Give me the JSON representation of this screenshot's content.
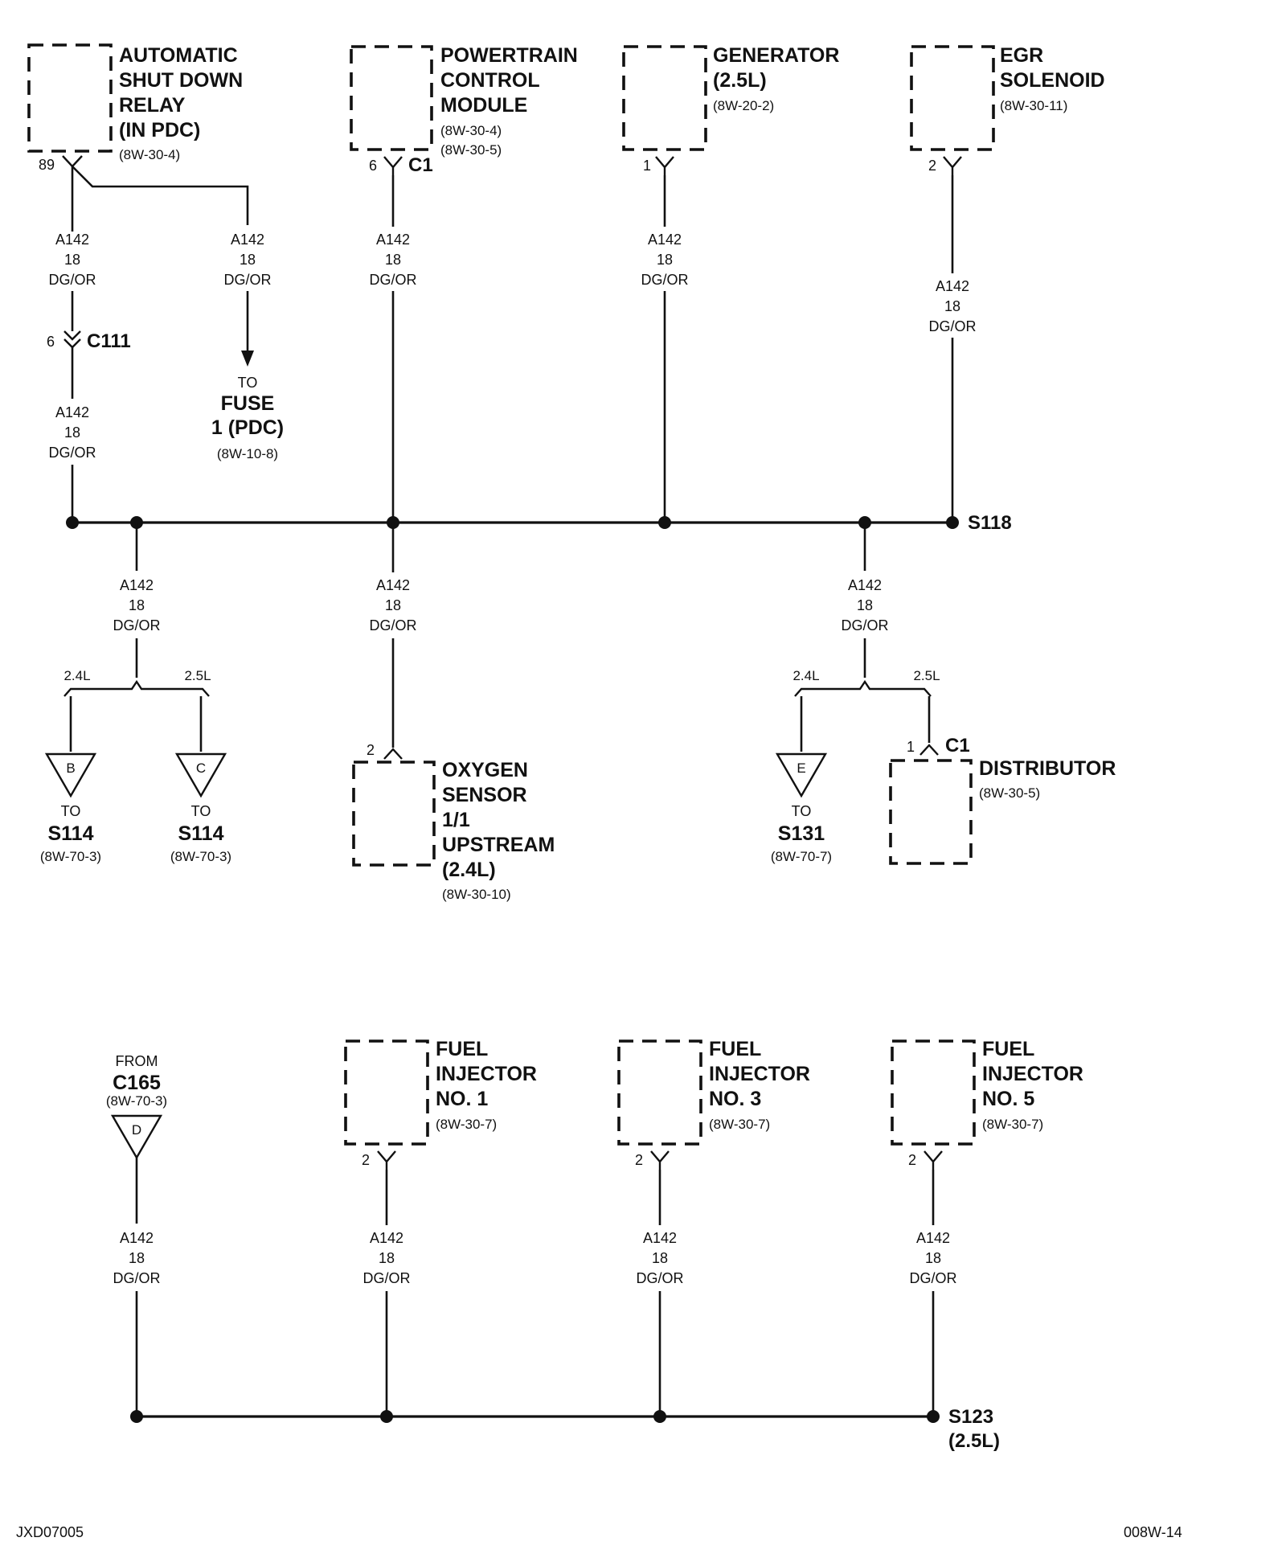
{
  "components": {
    "asd_relay": {
      "title": [
        "AUTOMATIC",
        "SHUT DOWN",
        "RELAY",
        "(IN PDC)"
      ],
      "ref": "(8W-30-4)",
      "pin": "89"
    },
    "pcm": {
      "title": [
        "POWERTRAIN",
        "CONTROL",
        "MODULE"
      ],
      "ref": [
        "(8W-30-4)",
        "(8W-30-5)"
      ],
      "pin": "6",
      "connector": "C1"
    },
    "generator": {
      "title": [
        "GENERATOR",
        "(2.5L)"
      ],
      "ref": "(8W-20-2)",
      "pin": "1"
    },
    "egr": {
      "title": [
        "EGR",
        "SOLENOID"
      ],
      "ref": "(8W-30-11)",
      "pin": "2"
    },
    "oxygen_sensor": {
      "title": [
        "OXYGEN",
        "SENSOR",
        "1/1",
        "UPSTREAM",
        "(2.4L)"
      ],
      "ref": "(8W-30-10)",
      "pin": "2"
    },
    "distributor": {
      "title": "DISTRIBUTOR",
      "ref": "(8W-30-5)",
      "pin": "1",
      "connector": "C1"
    },
    "injector1": {
      "title": [
        "FUEL",
        "INJECTOR",
        "NO. 1"
      ],
      "ref": "(8W-30-7)",
      "pin": "2"
    },
    "injector3": {
      "title": [
        "FUEL",
        "INJECTOR",
        "NO. 3"
      ],
      "ref": "(8W-30-7)",
      "pin": "2"
    },
    "injector5": {
      "title": [
        "FUEL",
        "INJECTOR",
        "NO. 5"
      ],
      "ref": "(8W-30-7)",
      "pin": "2"
    }
  },
  "wire": {
    "circuit": "A142",
    "gauge": "18",
    "color": "DG/OR"
  },
  "inline_connector": {
    "pin": "6",
    "name": "C111"
  },
  "fuse": {
    "to": "TO",
    "name": [
      "FUSE",
      "1 (PDC)"
    ],
    "ref": "(8W-10-8)"
  },
  "splices": {
    "s118": "S118",
    "s123": [
      "S123",
      "(2.5L)"
    ]
  },
  "engine_split": {
    "a": "2.4L",
    "b": "2.5L"
  },
  "offpage": {
    "b": {
      "letter": "B",
      "to": "TO",
      "dest": "S114",
      "ref": "(8W-70-3)"
    },
    "c": {
      "letter": "C",
      "to": "TO",
      "dest": "S114",
      "ref": "(8W-70-3)"
    },
    "e": {
      "letter": "E",
      "to": "TO",
      "dest": "S131",
      "ref": "(8W-70-7)"
    },
    "d": {
      "letter": "D",
      "from": "FROM",
      "source": "C165",
      "ref": "(8W-70-3)"
    }
  },
  "footer": {
    "left": "JXD07005",
    "right": "008W-14"
  }
}
